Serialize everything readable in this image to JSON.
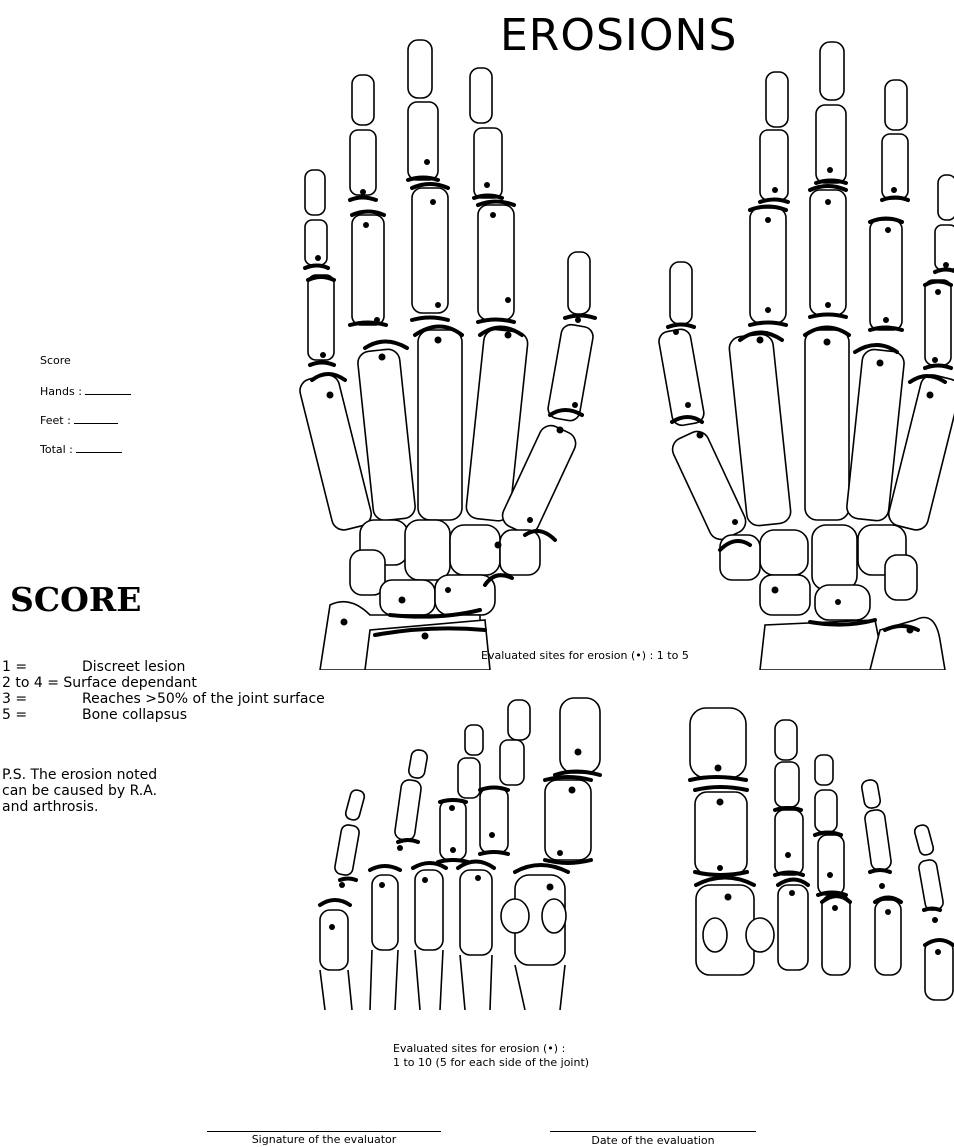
{
  "title": "EROSIONS",
  "score_box": {
    "heading": "Score",
    "hands_label": "Hands :",
    "feet_label": "Feet :",
    "total_label": "Total :"
  },
  "score_legend": {
    "title": "SCORE",
    "items": [
      {
        "key": "1 =",
        "text": "Discreet lesion"
      },
      {
        "key": "2 to 4 =",
        "text": "Surface dependant"
      },
      {
        "key": "3 =",
        "text": "Reaches >50% of the joint surface"
      },
      {
        "key": "5 =",
        "text": "Bone collapsus"
      }
    ],
    "note": [
      "P.S. The erosion noted",
      "can be caused by R.A.",
      "and arthrosis."
    ]
  },
  "hands_caption": "Evaluated sites for erosion (•) : 1 to 5",
  "feet_caption": [
    "Evaluated sites for erosion (•) :",
    "1 to 10 (5 for each side of the joint)"
  ],
  "signature_label": "Signature of the evaluator",
  "date_label": "Date of the evaluation"
}
